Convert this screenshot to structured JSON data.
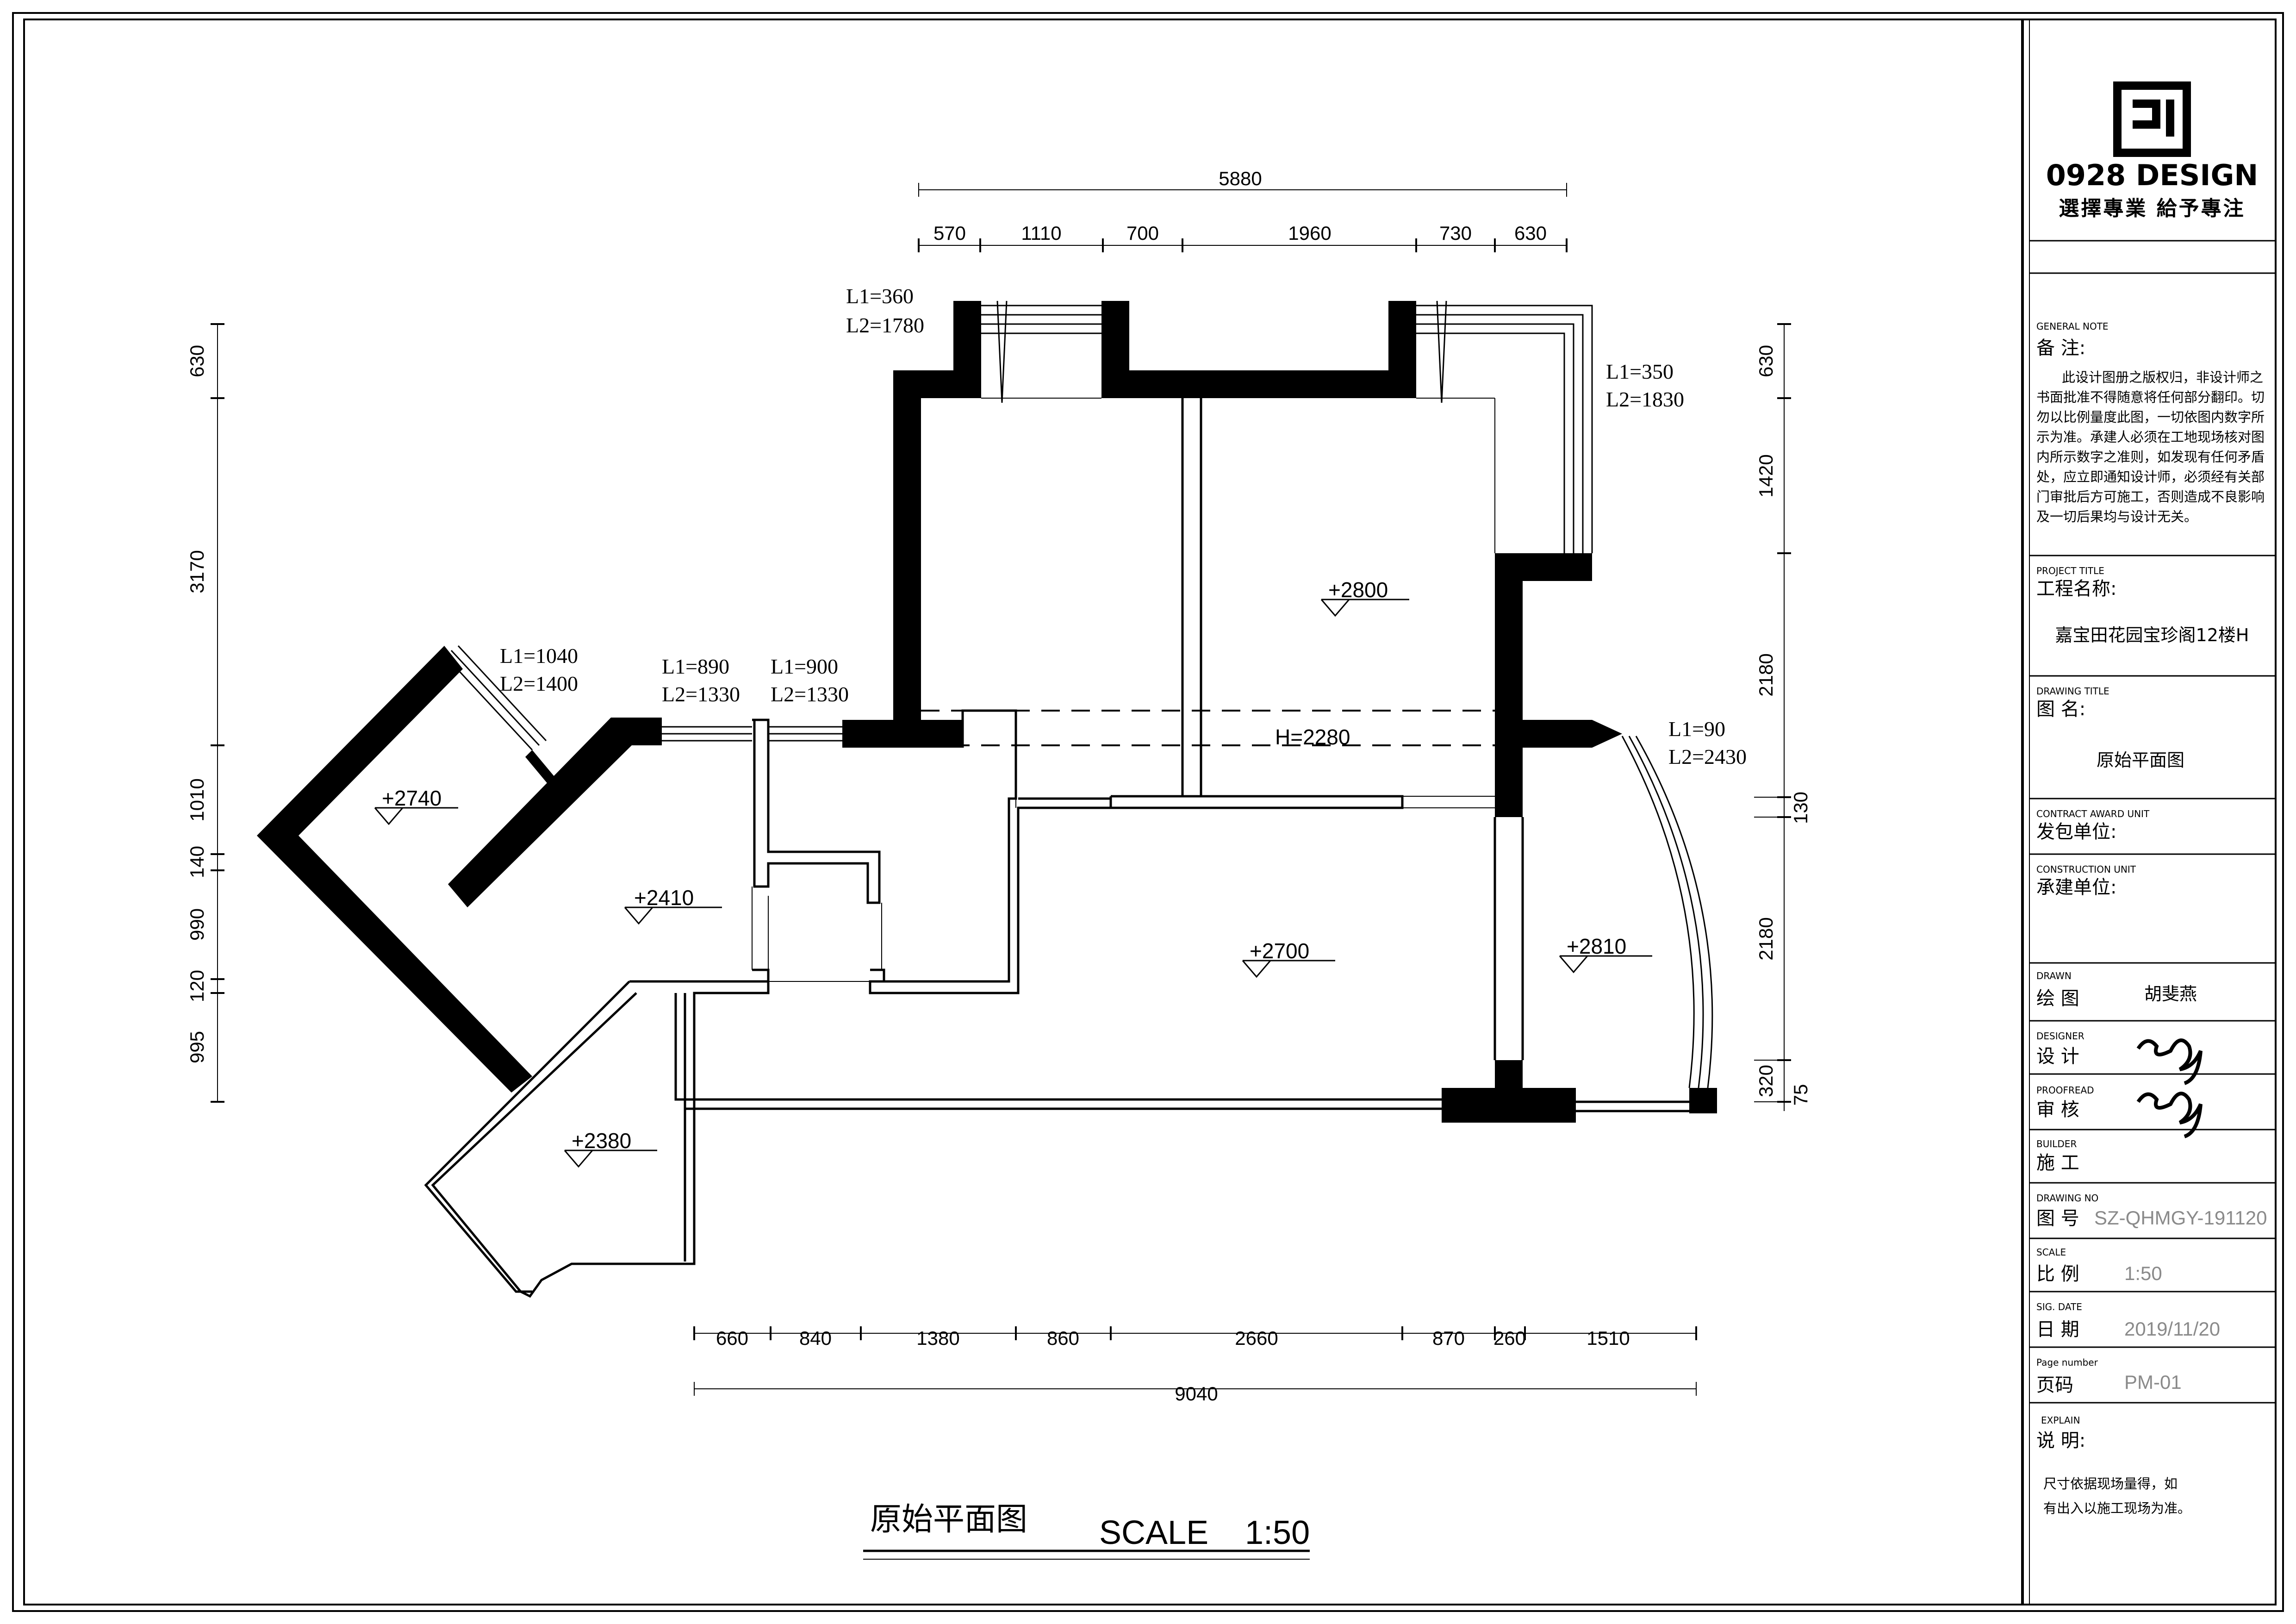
{
  "logo": {
    "brand": "0928 DESIGN",
    "slogan": "選擇專業 給予專注"
  },
  "title_block": {
    "general_note_en": "GENERAL NOTE",
    "general_note_cn": "备 注:",
    "general_note_text": [
      "此设计图册之版权归，非设计师之",
      "书面批准不得随意将任何部分翻印。切",
      "勿以比例量度此图，一切依图内数字所",
      "示为准。承建人必须在工地现场核对图",
      "内所示数字之准则，如发现有任何矛盾",
      "处，应立即通知设计师，必须经有关部",
      "门审批后方可施工，否则造成不良影响",
      "及一切后果均与设计无关。"
    ],
    "project_title_en": "PROJECT TITLE",
    "project_title_cn": "工程名称:",
    "project_title_value": "嘉宝田花园宝珍阁12楼H",
    "drawing_title_en": "DRAWING TITLE",
    "drawing_title_cn": "图 名:",
    "drawing_title_value": "原始平面图",
    "contract_en": "CONTRACT AWARD UNIT",
    "contract_cn": "发包单位:",
    "construction_en": "CONSTRUCTION UNIT",
    "construction_cn": "承建单位:",
    "drawn_en": "DRAWN",
    "drawn_cn": "绘 图",
    "drawn_value": "胡斐燕",
    "designer_en": "DESIGNER",
    "designer_cn": "设 计",
    "proofread_en": "PROOFREAD",
    "proofread_cn": "审 核",
    "builder_en": "BUILDER",
    "builder_cn": "施 工",
    "drawing_no_en": "DRAWING NO",
    "drawing_no_cn": "图 号",
    "drawing_no_value": "SZ-QHMGY-191120",
    "scale_en": "SCALE",
    "scale_cn": "比 例",
    "scale_value": "1:50",
    "date_en": "SIG. DATE",
    "date_cn": "日 期",
    "date_value": "2019/11/20",
    "page_en": "Page number",
    "page_cn": "页码",
    "page_value": "PM-01",
    "explain_en": "EXPLAIN",
    "explain_cn": "说 明:",
    "explain_text": [
      "尺寸依据现场量得，如",
      "有出入以施工现场为准。"
    ]
  },
  "plan": {
    "caption": "原始平面图",
    "scale_label": "SCALE",
    "scale_value": "1:50",
    "top_overall": "5880",
    "top_segments": [
      "570",
      "1110",
      "700",
      "1960",
      "730",
      "630"
    ],
    "bottom_overall": "9040",
    "bottom_segments": [
      "660",
      "840",
      "1380",
      "860",
      "2660",
      "870",
      "260",
      "1510"
    ],
    "left_segments": [
      "630",
      "3170",
      "1010",
      "140",
      "990",
      "120",
      "995"
    ],
    "right_segments": [
      "630",
      "1420",
      "2180",
      "130",
      "2180",
      "320",
      "75"
    ],
    "window_notes": [
      {
        "l1": "L1=360",
        "l2": "L2=1780"
      },
      {
        "l1": "L1=350",
        "l2": "L2=1830"
      },
      {
        "l1": "L1=1040",
        "l2": "L2=1400"
      },
      {
        "l1": "L1=890",
        "l2": "L2=1330"
      },
      {
        "l1": "L1=900",
        "l2": "L2=1330"
      },
      {
        "l1": "L1=90",
        "l2": "L2=2430"
      }
    ],
    "beam_height": "H=2280",
    "levels": [
      "+2800",
      "+2740",
      "+2410",
      "+2700",
      "+2810",
      "+2380"
    ]
  }
}
